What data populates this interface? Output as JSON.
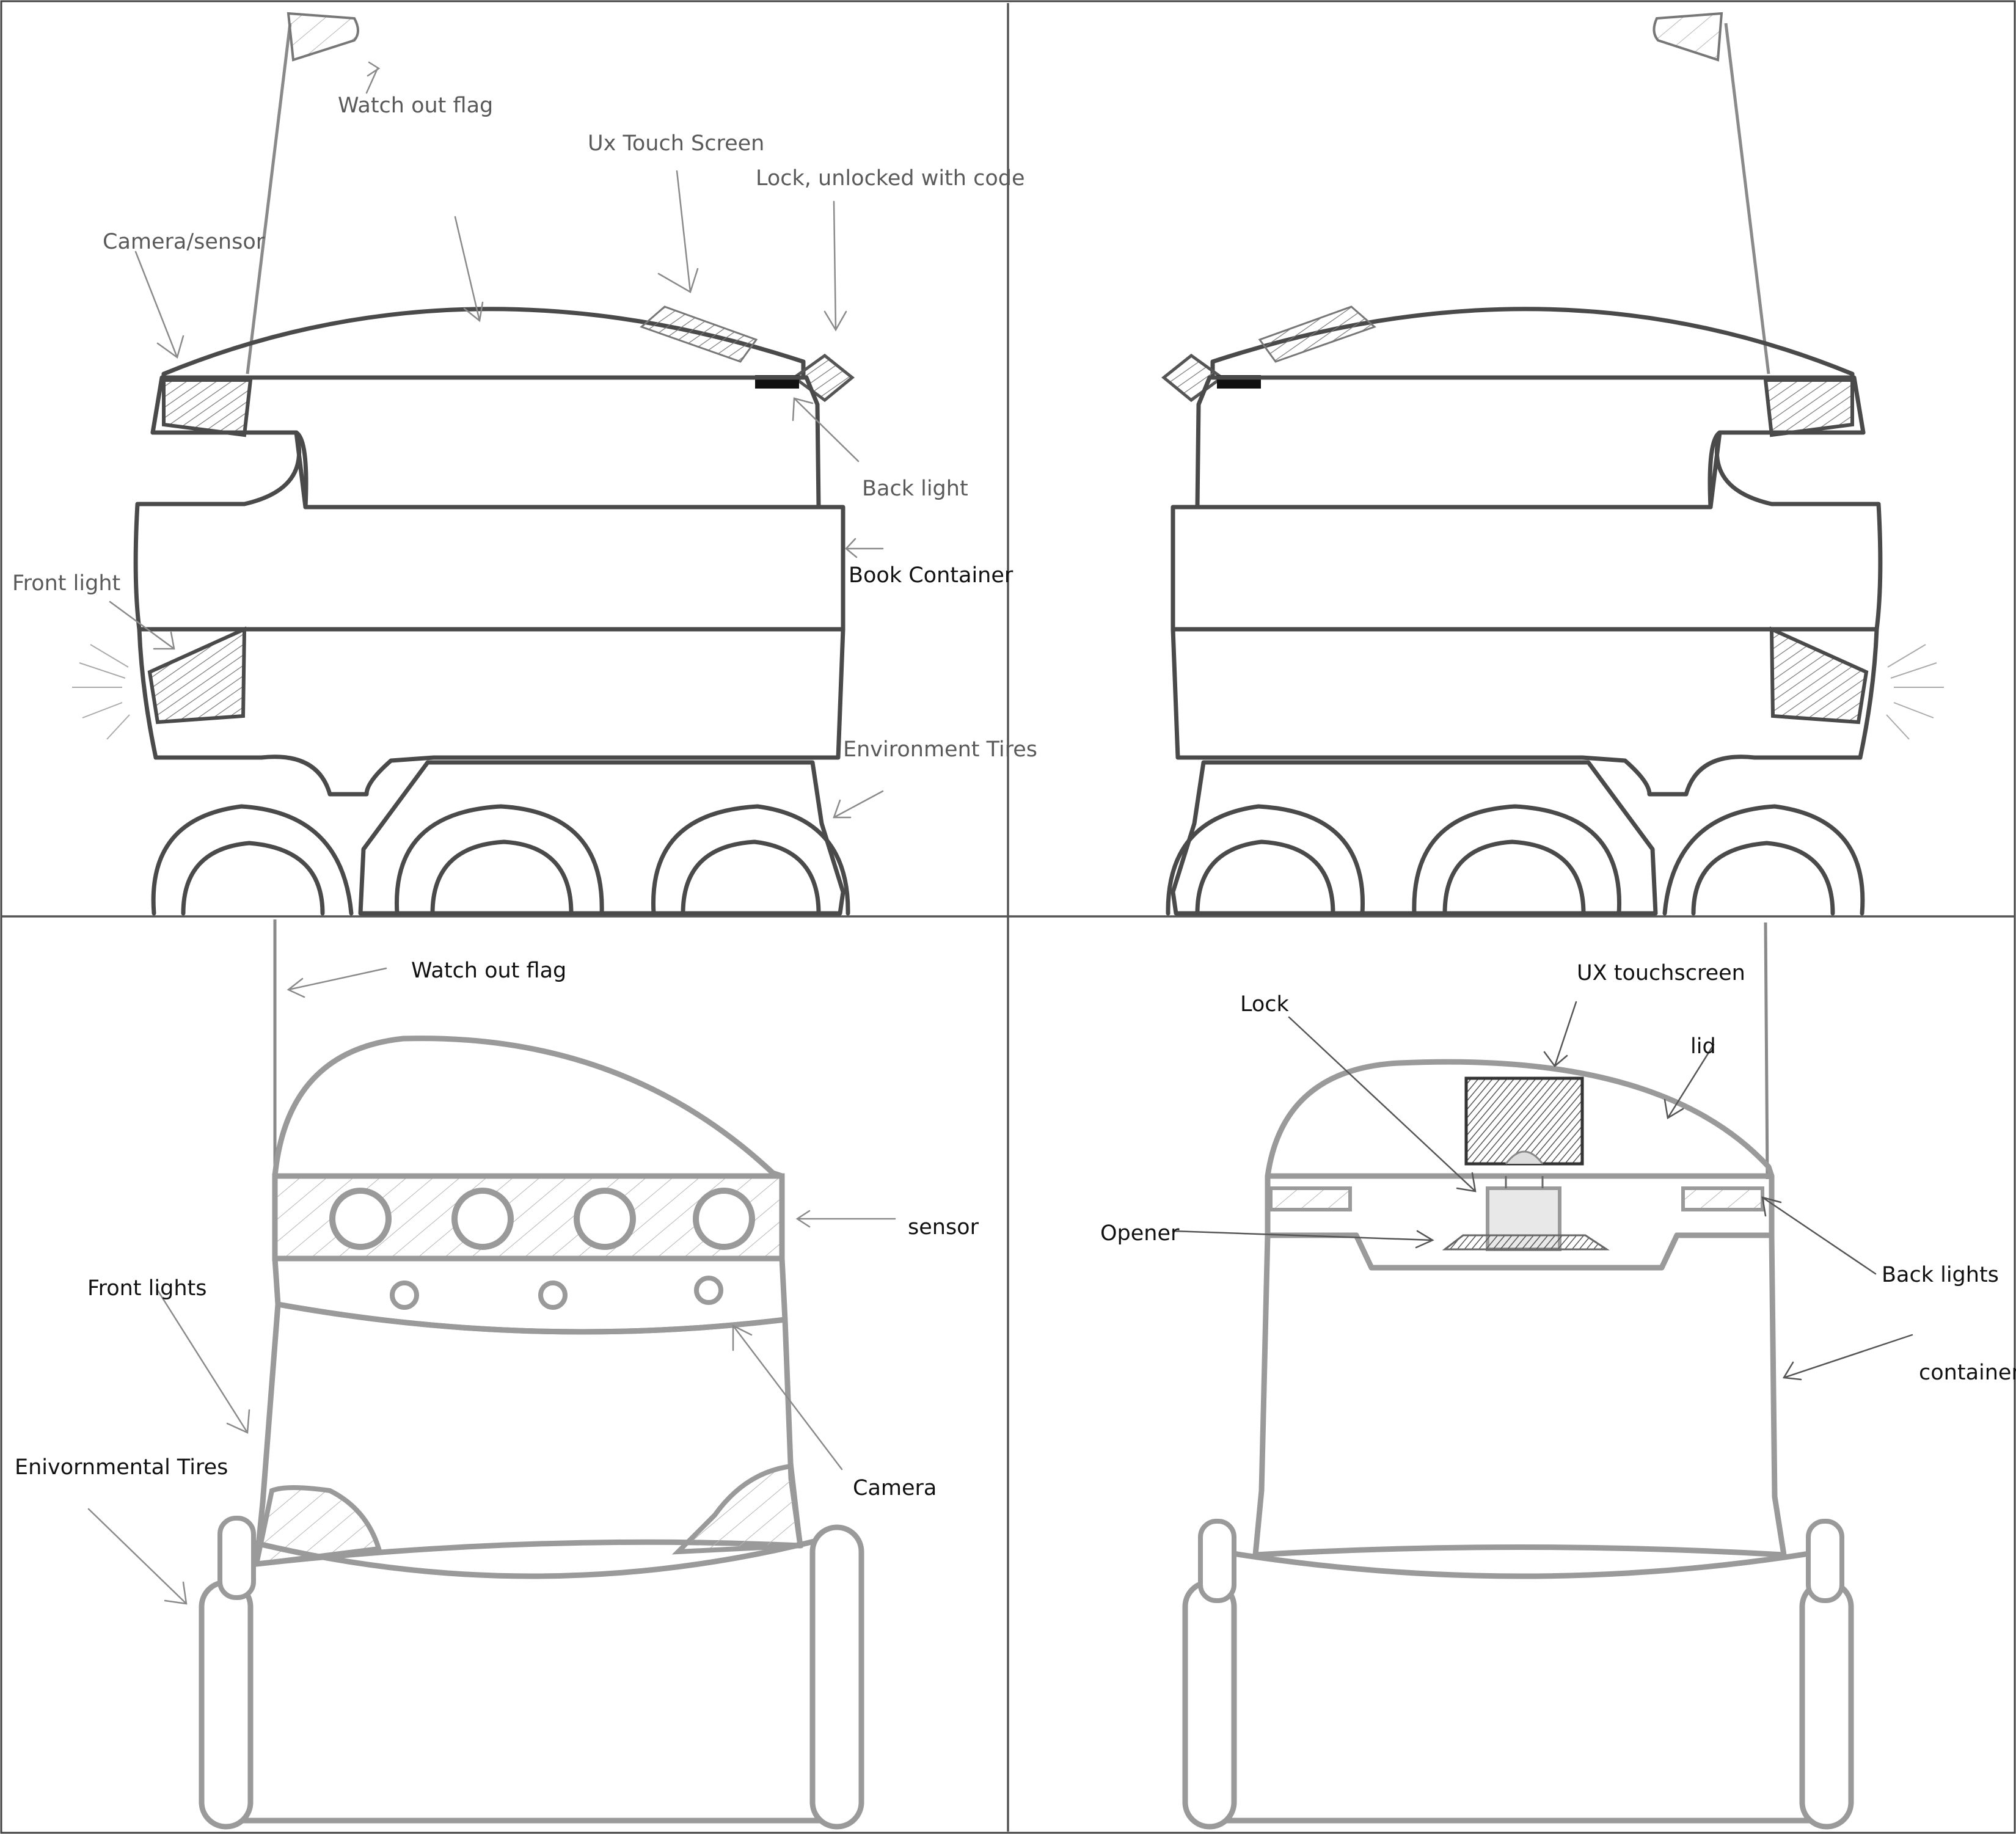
{
  "labels": {
    "side_view_a": {
      "watch_out_flag": "Watch out flag",
      "ux_touch_screen": "Ux Touch Screen",
      "lock": "Lock, unlocked with code",
      "camera_sensor": "Camera/sensor",
      "back_light": "Back light",
      "book_container": "Book Container",
      "front_light": "Front light",
      "environment_tires": "Environment Tires"
    },
    "front_view": {
      "watch_out_flag": "Watch out flag",
      "sensor": "sensor",
      "front_lights": "Front lights",
      "environmental_tires": "Enivornmental Tires",
      "camera": "Camera"
    },
    "back_view": {
      "lock": "Lock",
      "ux_touchscreen": "UX touchscreen",
      "lid": "lid",
      "opener": "Opener",
      "back_lights": "Back lights",
      "container": "container"
    }
  },
  "colors": {
    "sketch_outline": "#4a4a4a",
    "sketch_light": "#9a9a9a",
    "label_gray": "#5a5a5a",
    "label_black": "#111111",
    "background": "#ffffff"
  }
}
